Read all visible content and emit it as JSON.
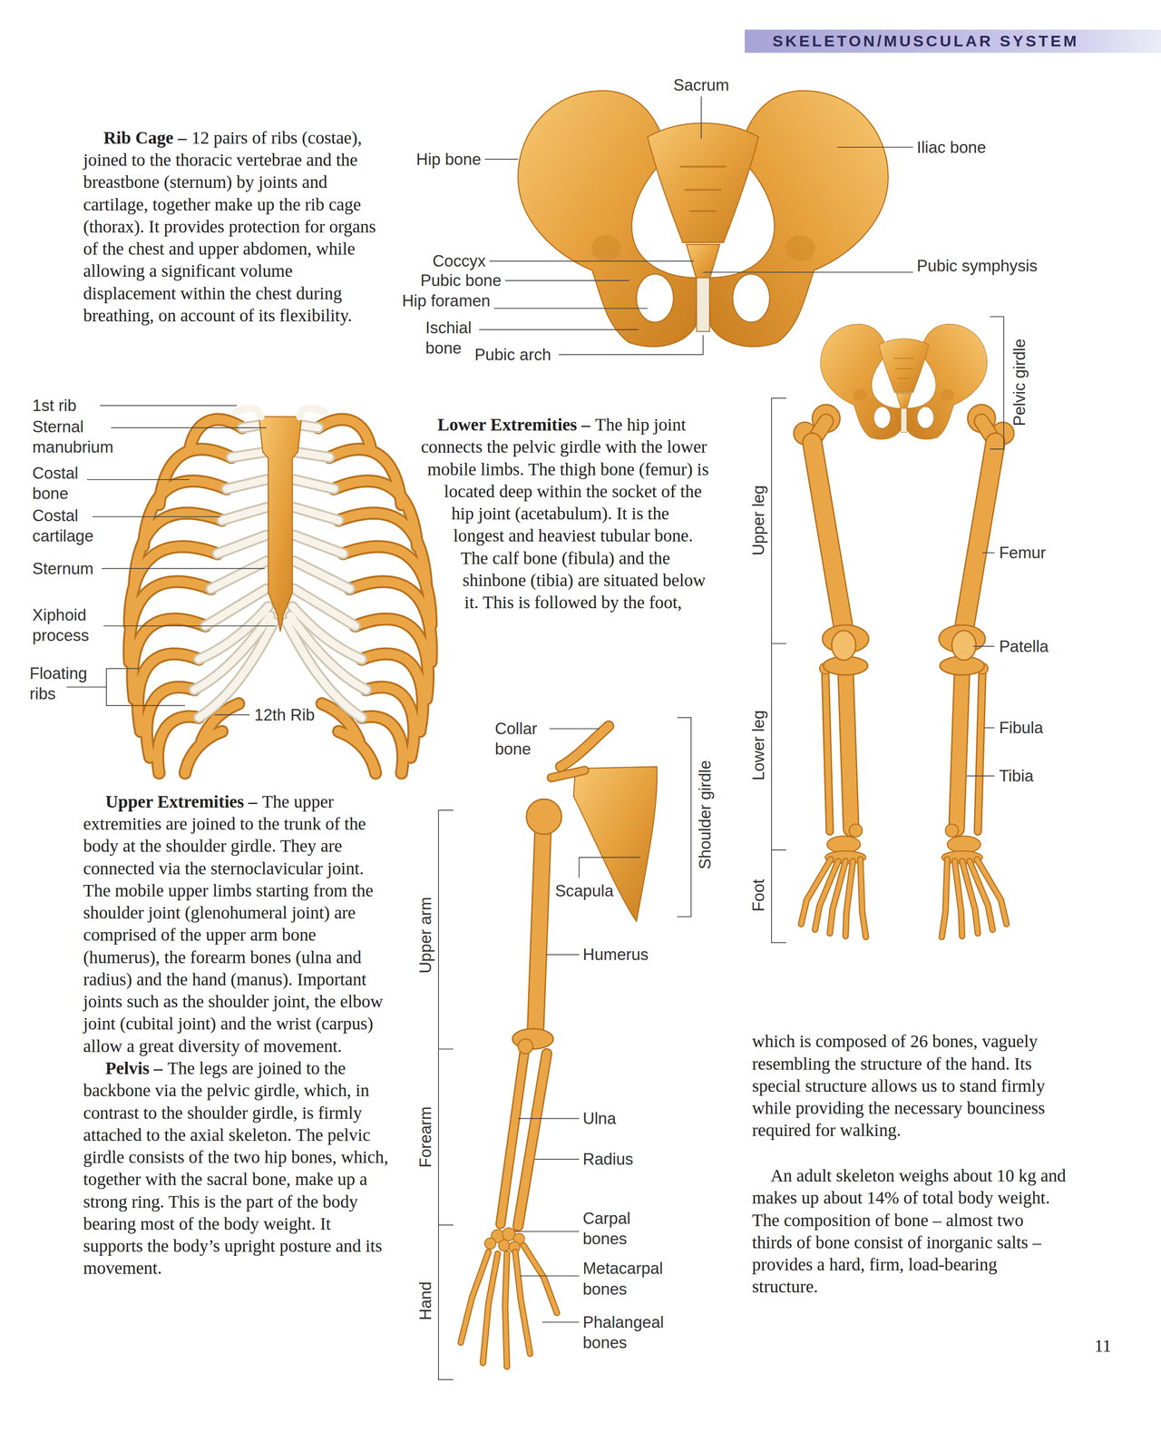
{
  "diagram": {
    "nodes": [
      {
        "text": [
          "SKELETON/MUSCULAR SYSTEM"
        ]
      }
    ],
    "labels": [
      "Rib Cage –",
      "12 pairs of ribs (costae), joined to the thoracic vertebrae and the breastbone (sternum) by joints and cartilage, together make up the rib cage (thorax). It provides protection for organs of the chest and upper abdomen, while allowing a significant volume displacement within the chest during breathing, on account of its flexibility.",
      "Sacrum",
      "Hip bone",
      "Iliac bone",
      "Coccyx",
      "Pubic bone",
      "Pubic symphysis",
      "Hip foramen",
      "Ischial bone",
      "Pubic arch",
      "1st rib",
      "Sternal manubrium",
      "Costal bone",
      "Costal cartilage",
      "Sternum",
      "Xiphoid process",
      "Floating ribs",
      "12th Rib",
      "Lower Extremities –",
      "The hip joint connects the pelvic girdle with the lower mobile limbs. The thigh bone (femur) is located deep within the socket of the hip joint (acetabulum). It is the longest and heaviest tubular bone. The calf bone (fibula) and the shinbone (tibia) are situated below it. This is followed by the foot,",
      "Pelvic girdle",
      "Upper leg",
      "Femur",
      "Patella",
      "Lower leg",
      "Fibula",
      "Tibia",
      "Foot",
      "Collar bone",
      "Shoulder girdle",
      "Scapula",
      "Upper Extremities –",
      "The upper extremities are joined to the trunk of the body at the shoulder girdle. They are connected via the sternoclavicular joint. The mobile upper limbs starting from the shoulder joint (glenohumeral joint) are comprised of the upper arm bone (humerus), the forearm bones (ulna and radius) and the hand (manus). Important joints such as the shoulder joint, the elbow joint (cubital joint) and the wrist (carpus) allow a great diversity of movement.",
      "Pelvis –",
      "The legs are joined to the backbone via the pelvic girdle, which, in contrast to the shoulder girdle, is firmly attached to the axial skeleton. The pelvic girdle consists of the two hip bones, which, together with the sacral bone, make up a strong ring. This is the part of the body bearing most of the body weight. It supports the body’s upright posture and its movement.",
      "Upper arm",
      "Humerus",
      "Forearm",
      "Ulna",
      "Radius",
      "Hand",
      "Carpal bones",
      "Metacarpal bones",
      "Phalangeal bones",
      "which is composed of 26 bones, vaguely resembling the structure of the hand. Its special structure allows us to stand firmly while providing the necessary bounciness required for walking.",
      "An adult skeleton weighs about 10 kg and makes up about 14% of total body weight. The composition of bone – almost two thirds of bone consist of inorganic salts – provides a hard, firm, load-bearing structure.",
      "11"
    ]
  }
}
